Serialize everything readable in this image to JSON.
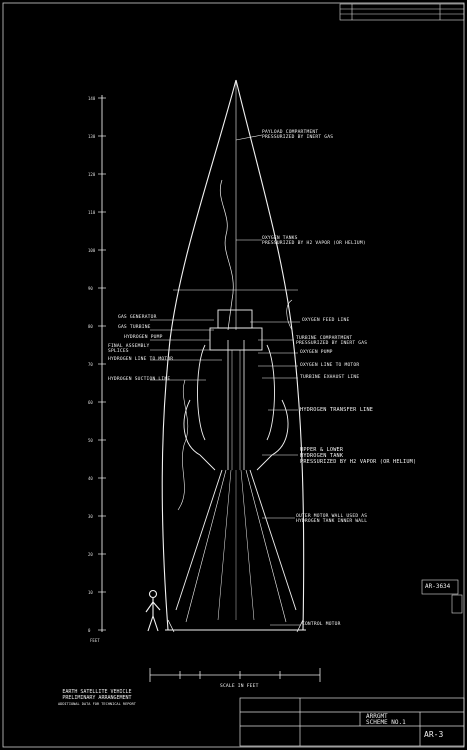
{
  "drawing": {
    "annotations": {
      "payload": [
        "PAYLOAD COMPARTMENT",
        "PRESSURIZED BY INERT GAS"
      ],
      "oxygen_tanks": [
        "OXYGEN TANKS",
        "PRESSURIZED BY H2 VAPOR (OR HELIUM)"
      ],
      "gas_generator": "GAS GENERATOR",
      "oxygen_feed": "OXYGEN FEED LINE",
      "gas_turbine": "GAS TURBINE",
      "hydrogen_pump": "HYDROGEN PUMP",
      "final_assembly": [
        "FINAL ASSEMBLY",
        "SPLICES"
      ],
      "turbine_compartment": "TURBINE COMPARTMENT",
      "pressurized_inert": "PRESSURIZED BY INERT GAS",
      "oxygen_pump": "OXYGEN PUMP",
      "hydrogen_line": "HYDROGEN LINE TO MOTOR",
      "oxygen_line": "OXYGEN LINE TO MOTOR",
      "turbine_exhaust": "TURBINE EXHAUST LINE",
      "hydrogen_suction": "HYDROGEN SUCTION LINE",
      "hydrogen_transfer": "HYDROGEN TRANSFER LINE",
      "upper_lower": [
        "UPPER & LOWER",
        "HYDROGEN TANK",
        "PRESSURIZED BY H2 VAPOR (OR HELIUM)"
      ],
      "outer_motor": [
        "OUTER MOTOR WALL USED AS",
        "HYDROGEN TANK INNER WALL"
      ],
      "control_motor": "CONTROL MOTOR"
    },
    "ruler": {
      "ticks": [
        "0",
        "10",
        "20",
        "30",
        "40",
        "50",
        "60",
        "70",
        "80",
        "90",
        "100",
        "110",
        "120",
        "130",
        "140"
      ],
      "unit": "FEET"
    },
    "scale": {
      "label": "SCALE IN FEET"
    },
    "title_block": {
      "lines": [
        "EARTH SATELLITE VEHICLE",
        "PRELIMINARY ARRANGEMENT",
        "ADDITIONAL DATA FOR TECHNICAL REPORT"
      ],
      "drawing_title": [
        "ARRGMT",
        "SCHEME NO.1"
      ],
      "drawing_number": "AR-3634",
      "side_tag": "AR-3634",
      "sheet_code": "AR-3"
    }
  }
}
